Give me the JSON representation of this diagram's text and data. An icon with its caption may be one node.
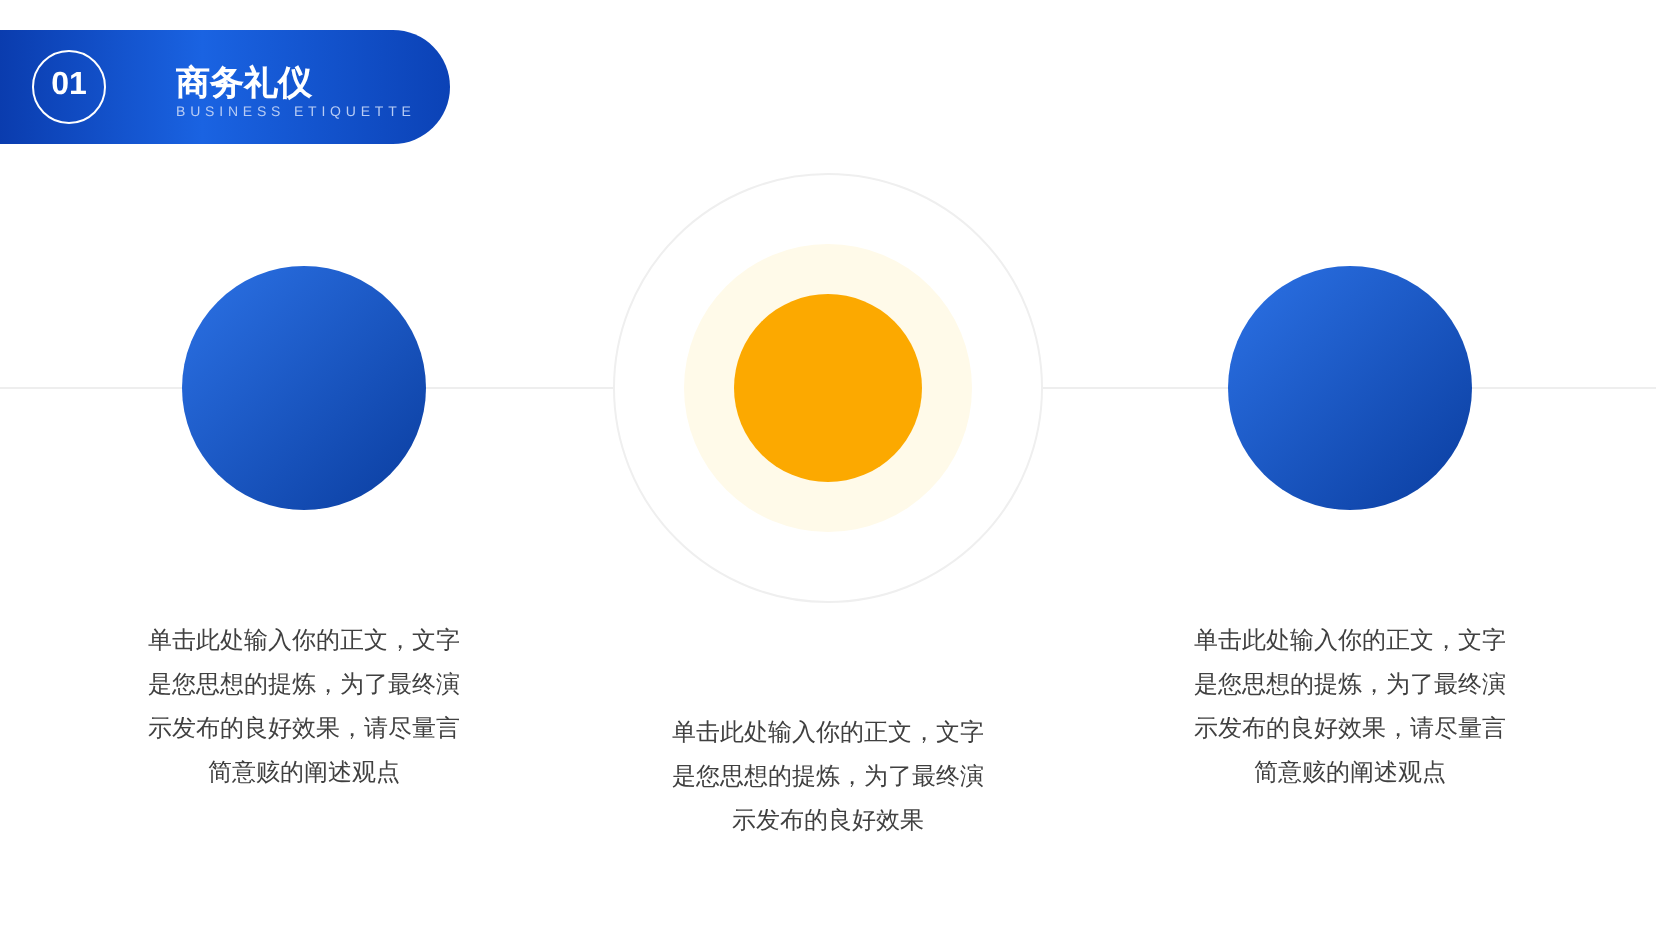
{
  "diagram": {
    "nodes": [
      {
        "text": [
          "商务礼仪",
          "BUSINESS ETIQUETTE"
        ]
      },
      {
        "text": [
          "01"
        ],
        "in": 0
      },
      {
        "text": [],
        "shape": "circle"
      },
      {
        "text": [],
        "shape": "circle"
      },
      {
        "text": [],
        "shape": "circle"
      }
    ],
    "labels": [
      "单击此处输入你的正文，文字是您思想的提炼，为了最终演示发布的良好效果，请尽量言简意赅的阐述观点",
      "单击此处输入你的正文，文字是您思想的提炼，为了最终演示发布的良好效果",
      "单击此处输入你的正文，文字是您思想的提炼，为了最终演示发布的良好效果，请尽量言简意赅的阐述观点"
    ]
  }
}
